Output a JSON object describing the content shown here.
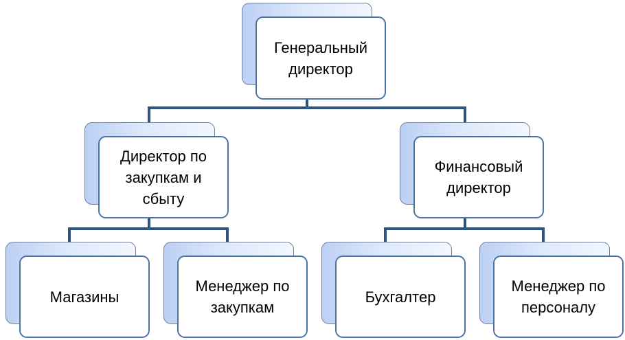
{
  "diagram": {
    "type": "org-chart",
    "colors": {
      "connector": "#2e5480",
      "front_border": "#4a74a6",
      "back_gradient_start": "#bcd0f4",
      "back_gradient_end": "#f3f7fe"
    },
    "nodes": {
      "ceo": "Генеральный директор",
      "purchasing_director": "Директор по закупкам и сбыту",
      "finance_director": "Финансовый директор",
      "stores": "Магазины",
      "purchasing_manager": "Менеджер по закупкам",
      "accountant": "Бухгалтер",
      "hr_manager": "Менеджер по персоналу"
    },
    "edges": [
      [
        "ceo",
        "purchasing_director"
      ],
      [
        "ceo",
        "finance_director"
      ],
      [
        "purchasing_director",
        "stores"
      ],
      [
        "purchasing_director",
        "purchasing_manager"
      ],
      [
        "finance_director",
        "accountant"
      ],
      [
        "finance_director",
        "hr_manager"
      ]
    ]
  }
}
